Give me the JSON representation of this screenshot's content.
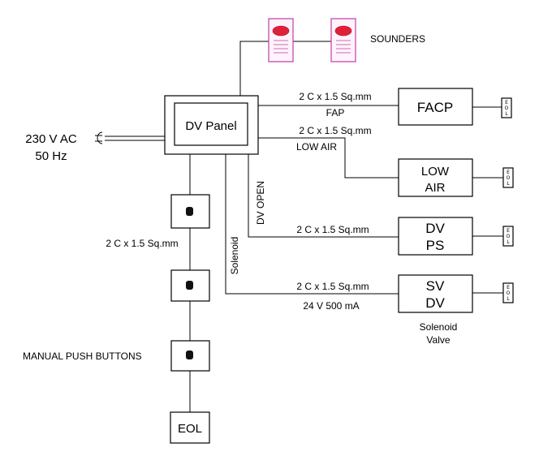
{
  "power": {
    "line1": "230 V AC",
    "line2": "50 Hz"
  },
  "sounders": {
    "label": "SOUNDERS"
  },
  "panel": {
    "label": "DV Panel"
  },
  "devices": {
    "facp": {
      "label": "FACP"
    },
    "low_air": {
      "line1": "LOW",
      "line2": "AIR"
    },
    "dv_ps": {
      "line1": "DV",
      "line2": "PS"
    },
    "sv_dv": {
      "line1": "SV",
      "line2": "DV"
    },
    "eol": {
      "label": "EOL"
    }
  },
  "eol_tag": {
    "l1": "E",
    "l2": "O",
    "l3": "L"
  },
  "cables": {
    "facp": "2 C x 1.5 Sq.mm",
    "facp_sub": "FAP",
    "low_air": "2 C x 1.5 Sq.mm",
    "low_air_sub": "LOW AIR",
    "dv_ps": "2 C x 1.5 Sq.mm",
    "sv": "2 C x 1.5 Sq.mm",
    "sv_sub": "24 V 500 mA",
    "mpb": "2 C x 1.5 Sq.mm"
  },
  "vertical_labels": {
    "dv_open": "DV OPEN",
    "solenoid": "Solenoid"
  },
  "solenoid_valve": {
    "line1": "Solenoid",
    "line2": "Valve"
  },
  "manual_push_buttons": {
    "label": "MANUAL PUSH BUTTONS"
  }
}
